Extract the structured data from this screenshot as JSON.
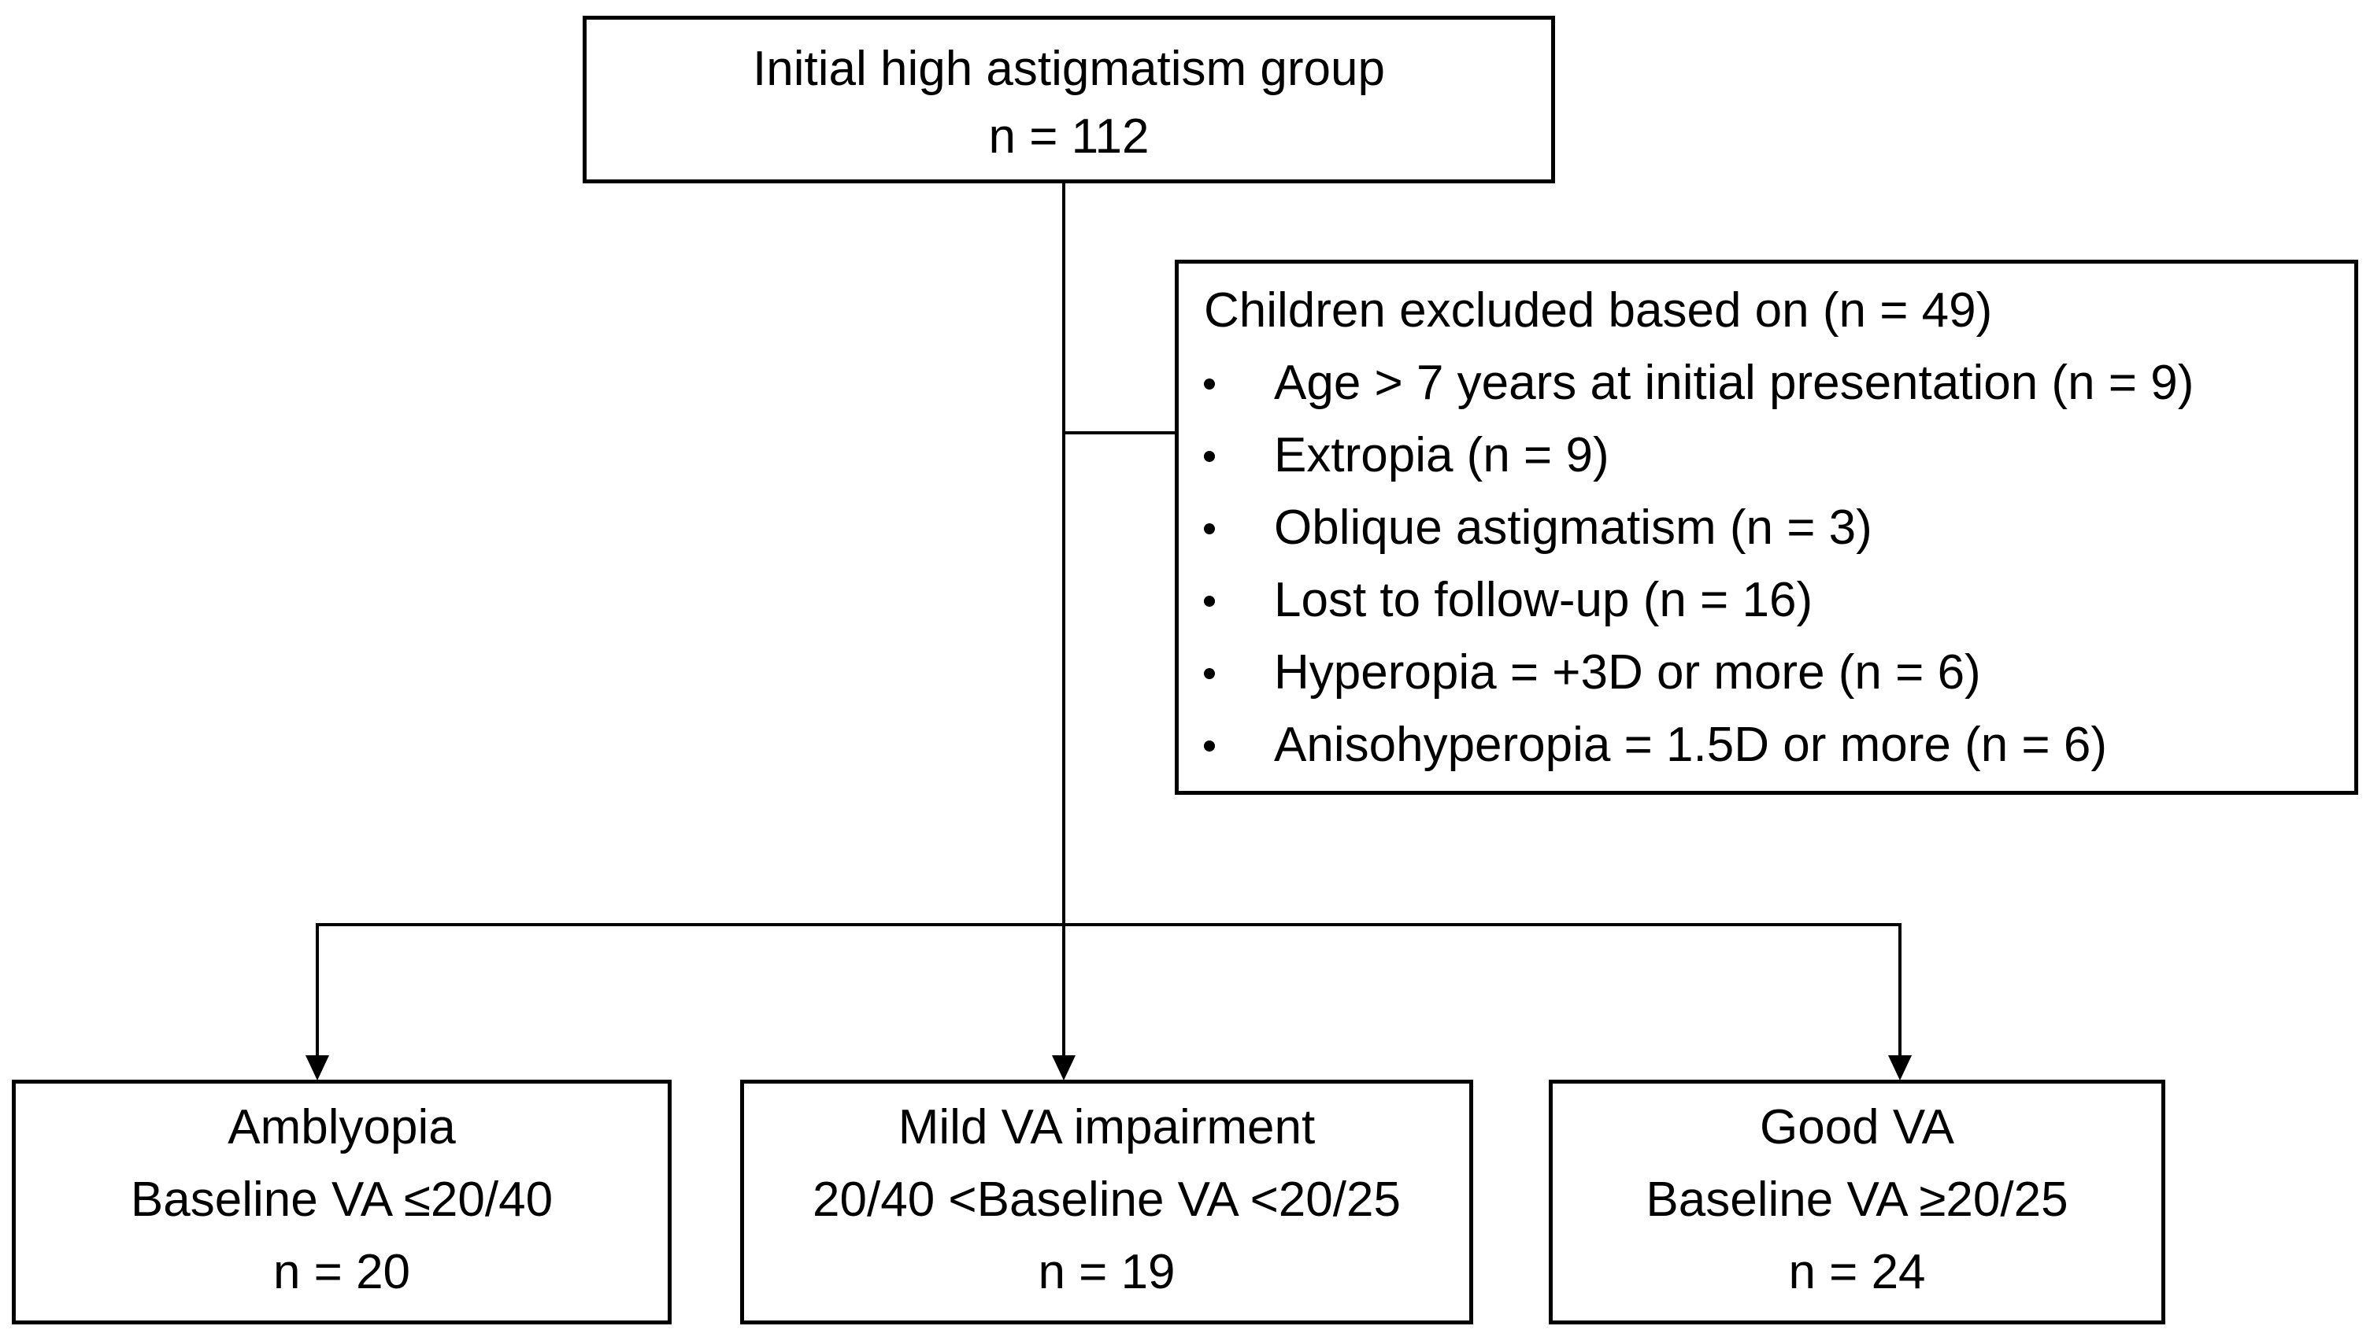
{
  "diagram": {
    "top_box": {
      "line1": "Initial high astigmatism group",
      "line2": "n = 112"
    },
    "exclusion_box": {
      "title": "Children excluded based on (n = 49)",
      "items": [
        "Age > 7 years at initial presentation (n = 9)",
        "Extropia (n = 9)",
        "Oblique astigmatism (n = 3)",
        "Lost to follow-up (n = 16)",
        "Hyperopia = +3D or more (n = 6)",
        "Anisohyperopia = 1.5D or more (n = 6)"
      ]
    },
    "outcome_boxes": [
      {
        "line1": "Amblyopia",
        "line2": "Baseline VA ≤20/40",
        "line3": "n = 20"
      },
      {
        "line1": "Mild VA impairment",
        "line2": "20/40 <Baseline VA <20/25",
        "line3": "n = 19"
      },
      {
        "line1": "Good VA",
        "line2": "Baseline VA ≥20/25",
        "line3": "n = 24"
      }
    ],
    "colors": {
      "line": "#000000",
      "text": "#000000",
      "background": "#ffffff"
    }
  }
}
